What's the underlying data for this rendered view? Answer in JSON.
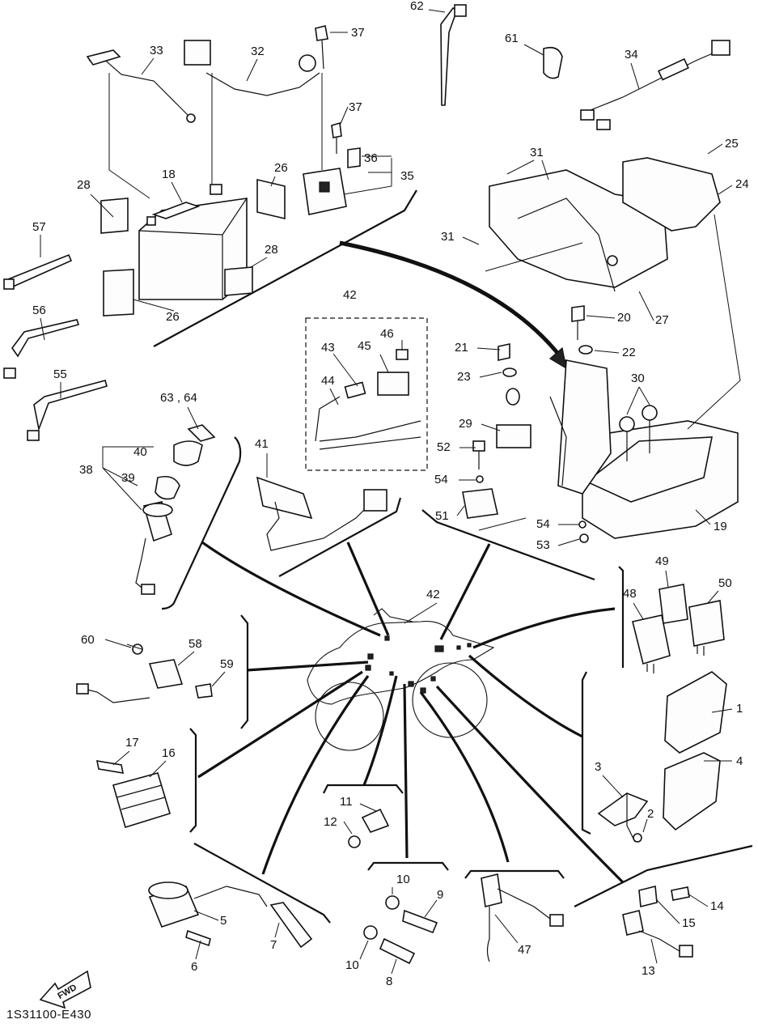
{
  "footer_code": "1S31100-E430",
  "fwd_label": "FWD",
  "callouts": {
    "c1": "1",
    "c2": "2",
    "c3": "3",
    "c4": "4",
    "c5": "5",
    "c6": "6",
    "c7": "7",
    "c8": "8",
    "c9": "9",
    "c10a": "10",
    "c10b": "10",
    "c11": "11",
    "c12": "12",
    "c13": "13",
    "c14": "14",
    "c15": "15",
    "c16": "16",
    "c17": "17",
    "c18": "18",
    "c19": "19",
    "c20": "20",
    "c21": "21",
    "c22": "22",
    "c23": "23",
    "c24": "24",
    "c25": "25",
    "c26a": "26",
    "c26b": "26",
    "c27": "27",
    "c28a": "28",
    "c28b": "28",
    "c29": "29",
    "c30": "30",
    "c31a": "31",
    "c31b": "31",
    "c32": "32",
    "c33": "33",
    "c34": "34",
    "c35": "35",
    "c36": "36",
    "c37a": "37",
    "c37b": "37",
    "c38": "38",
    "c39": "39",
    "c40": "40",
    "c41": "41",
    "c42a": "42",
    "c42b": "42",
    "c43": "43",
    "c44": "44",
    "c45": "45",
    "c46": "46",
    "c47": "47",
    "c48": "48",
    "c49": "49",
    "c50": "50",
    "c51": "51",
    "c52": "52",
    "c53": "53",
    "c54a": "54",
    "c54b": "54",
    "c55": "55",
    "c56": "56",
    "c57": "57",
    "c58": "58",
    "c59": "59",
    "c60": "60",
    "c61": "61",
    "c62": "62",
    "c6364": "63 , 64"
  }
}
